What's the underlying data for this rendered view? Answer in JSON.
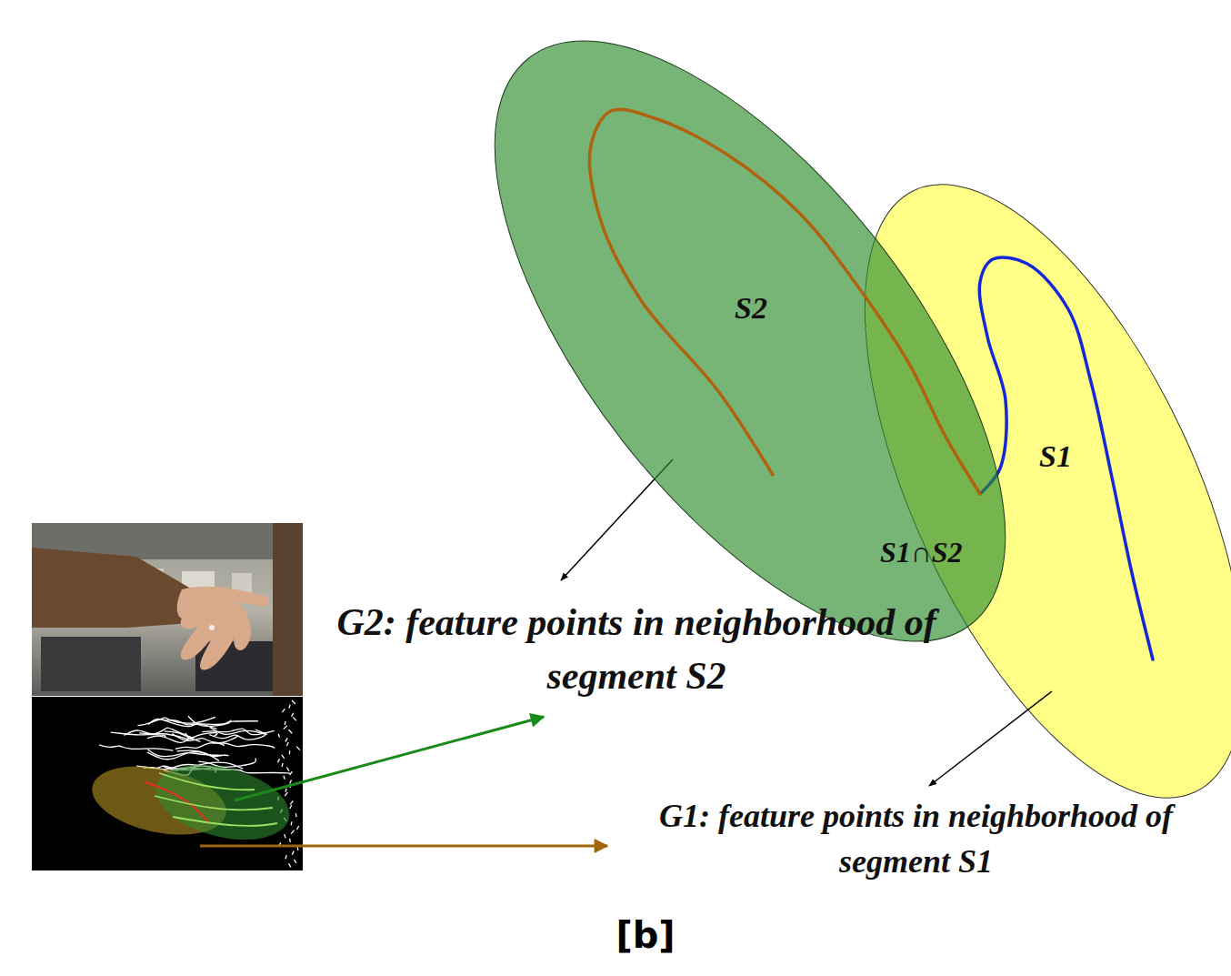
{
  "diagram": {
    "caption": "[b]",
    "nodes": [
      {
        "text": [
          "S2"
        ]
      },
      {
        "text": [
          "S1"
        ]
      }
    ],
    "labels": [
      "S1∩S2",
      "G2: feature points in neighborhood of segment S2",
      "G1: feature points in neighborhood of segment S1"
    ]
  }
}
